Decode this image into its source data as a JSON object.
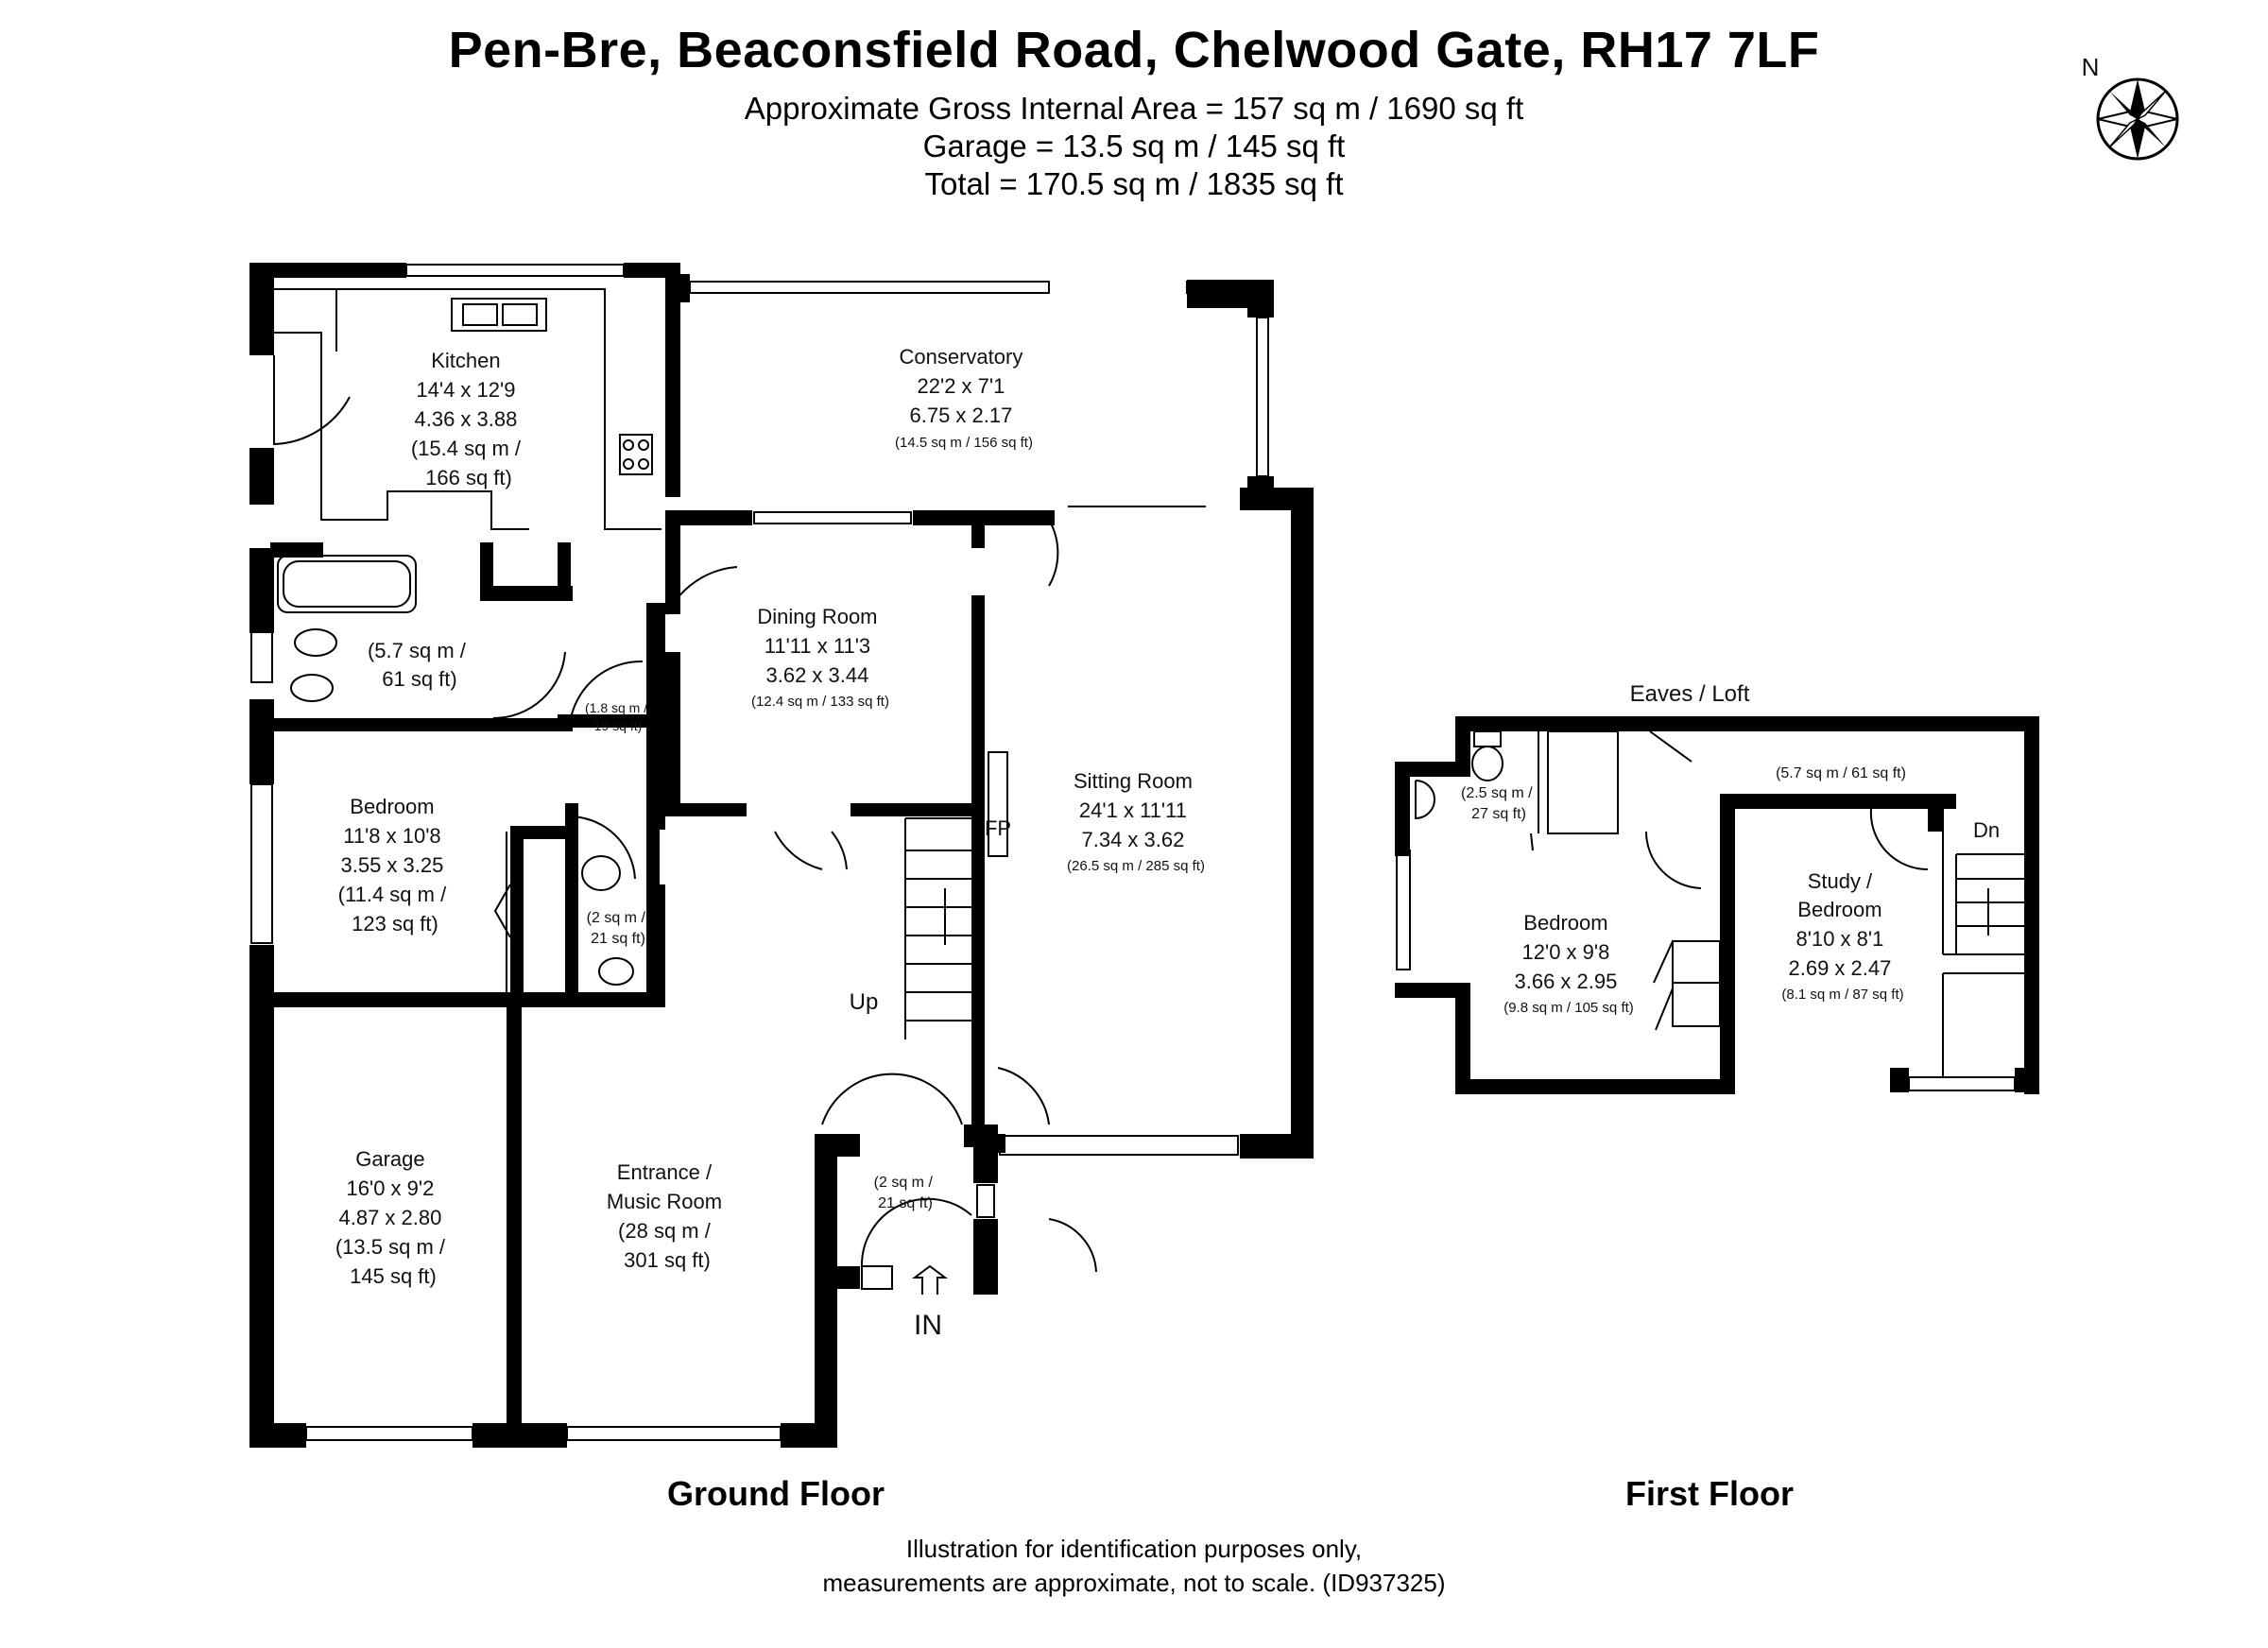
{
  "header": {
    "title": "Pen-Bre, Beaconsfield Road, Chelwood Gate, RH17 7LF",
    "area_line": "Approximate Gross Internal Area = 157 sq m / 1690 sq ft",
    "garage_line": "Garage = 13.5 sq m / 145 sq ft",
    "total_line": "Total = 170.5 sq m / 1835 sq ft"
  },
  "compass": {
    "label": "N"
  },
  "ground_floor": {
    "label": "Ground Floor",
    "rooms": {
      "kitchen": [
        "Kitchen",
        "14'4 x 12'9",
        "4.36 x 3.88",
        "(15.4 sq m /",
        "166 sq ft)"
      ],
      "conservatory": [
        "Conservatory",
        "22'2 x 7'1",
        "6.75 x 2.17",
        "(14.5 sq m / 156 sq ft)"
      ],
      "bathroom": [
        "(5.7 sq m /",
        "61 sq ft)"
      ],
      "utility": [
        "(1.8 sq m /",
        "19 sq ft)"
      ],
      "dining": [
        "Dining Room",
        "11'11 x 11'3",
        "3.62 x 3.44",
        "(12.4 sq m / 133 sq ft)"
      ],
      "sitting": [
        "Sitting Room",
        "24'1 x 11'11",
        "7.34 x 3.62",
        "(26.5 sq m / 285 sq ft)"
      ],
      "bedroom": [
        "Bedroom",
        "11'8 x 10'8",
        "3.55 x 3.25",
        "(11.4 sq m /",
        "123 sq ft)"
      ],
      "wc": [
        "(2 sq m /",
        "21 sq ft)"
      ],
      "garage": [
        "Garage",
        "16'0 x 9'2",
        "4.87 x 2.80",
        "(13.5 sq m /",
        "145 sq ft)"
      ],
      "entrance": [
        "Entrance /",
        "Music Room",
        "(28 sq m /",
        "301 sq ft)"
      ],
      "porch": [
        "(2 sq m /",
        "21 sq ft)"
      ]
    },
    "fp_label": "FP",
    "up_label": "Up",
    "in_label": "IN"
  },
  "first_floor": {
    "label": "First Floor",
    "eaves_label": "Eaves / Loft",
    "rooms": {
      "eaves": [
        "(5.7 sq m / 61 sq ft)"
      ],
      "shower": [
        "(2.5 sq m /",
        "27 sq ft)"
      ],
      "bedroom": [
        "Bedroom",
        "12'0 x 9'8",
        "3.66 x 2.95",
        "(9.8 sq m / 105 sq ft)"
      ],
      "study": [
        "Study /",
        "Bedroom",
        "8'10 x 8'1",
        "2.69 x 2.47",
        "(8.1 sq m / 87 sq ft)"
      ]
    },
    "dn_label": "Dn"
  },
  "disclaimer": {
    "line1": "Illustration for identification purposes only,",
    "line2": "measurements are approximate, not to scale. (ID937325)"
  }
}
